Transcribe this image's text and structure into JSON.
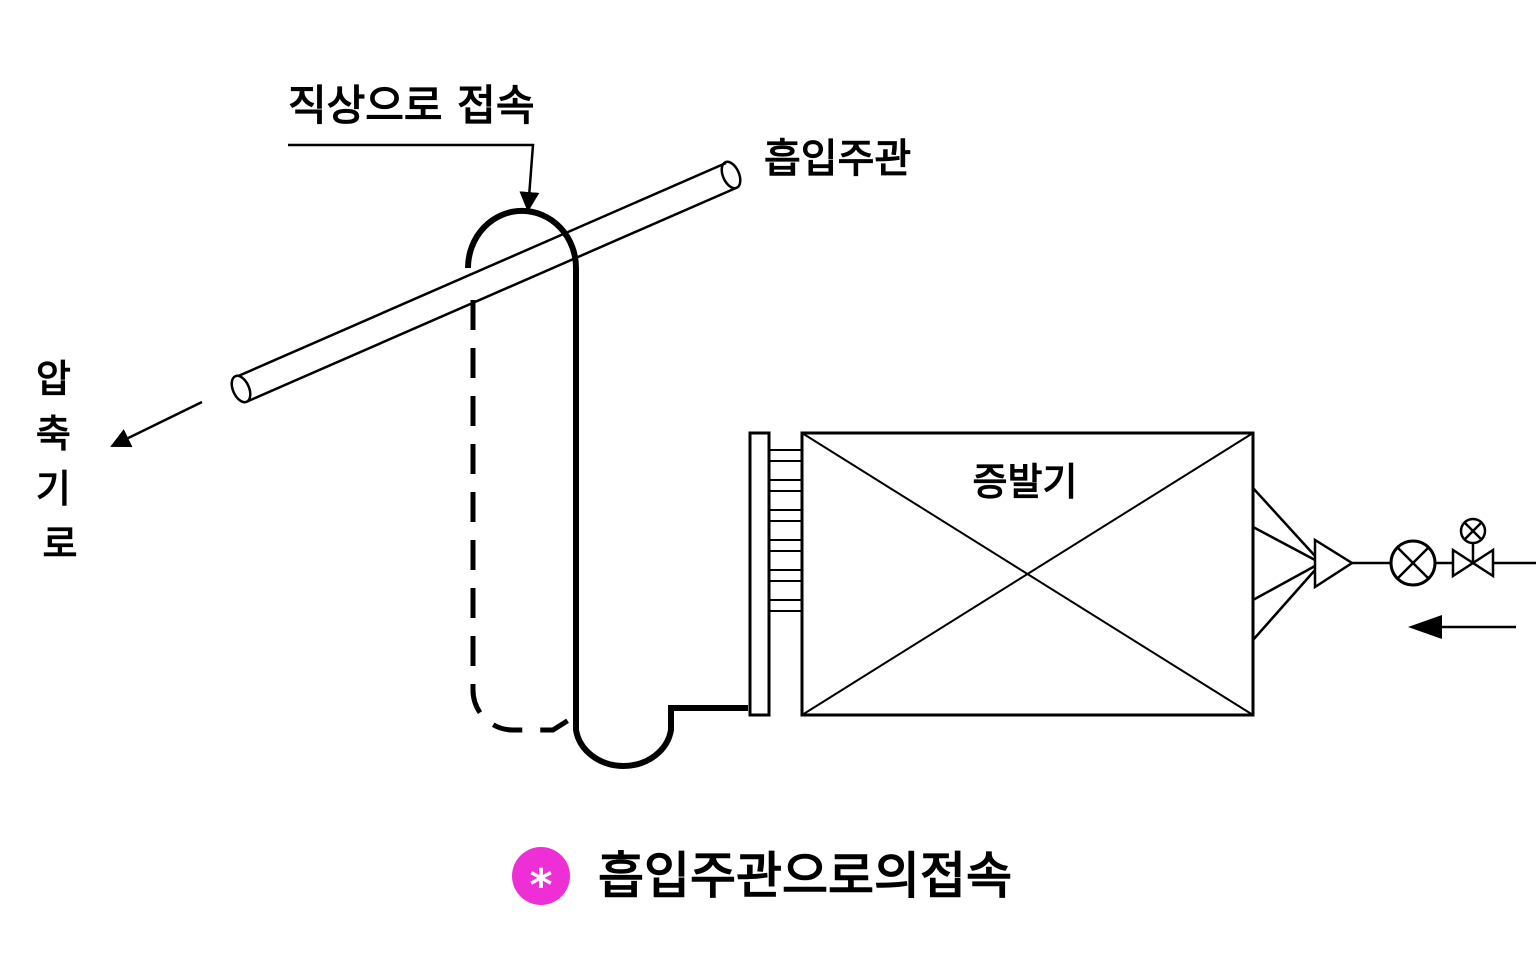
{
  "labels": {
    "riser_connection": "직상으로 접속",
    "suction_main": "흡입주관",
    "to_compressor": "압축기로",
    "evaporator": "증발기"
  },
  "caption": {
    "bullet_icon": "asterisk-icon",
    "bullet_glyph": "*",
    "bullet_color": "#ee2fd6",
    "text": "흡입주관으로의접속"
  },
  "colors": {
    "line": "#000000",
    "background": "#ffffff"
  }
}
